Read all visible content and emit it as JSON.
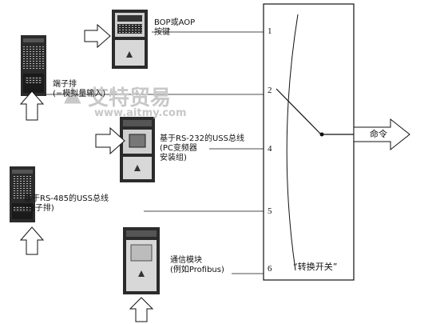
{
  "sources": [
    {
      "label": "BOP或AOP\n按键",
      "port": "1"
    },
    {
      "label": "端子排\n(=模拟量输入)",
      "port": "2"
    },
    {
      "label": "基于RS-232的USS总线\n(PC变频器\n安装组)",
      "port": "4"
    },
    {
      "label": "基于RS-485的USS总线\n(端子排)",
      "port": "5"
    },
    {
      "label": "通信模块\n(例如Profibus)",
      "port": "6"
    }
  ],
  "switch_label": "“转换开关”",
  "output_label": "命令",
  "watermark": {
    "brand": "艾特贸易",
    "url": "www.aitmy.com"
  },
  "colors": {
    "line": "#111111",
    "device_dark": "#2b2b2b",
    "watermark": "#c8c8c8"
  }
}
